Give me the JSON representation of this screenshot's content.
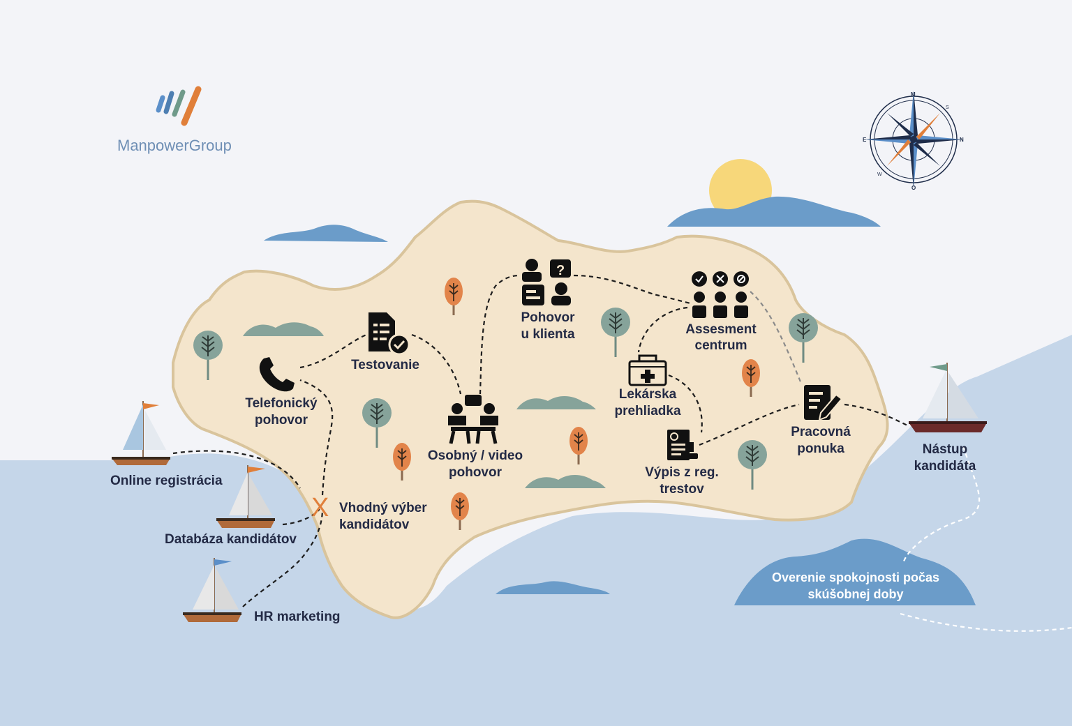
{
  "brand": {
    "name": "ManpowerGroup",
    "colors": [
      "#5b8fc9",
      "#4e7fb2",
      "#6f9a8a",
      "#e07f3a"
    ]
  },
  "colors": {
    "sea": "#c5d6e9",
    "land": "#f4e5cc",
    "coast": "#d9c49c",
    "hill": "#6b9cc9",
    "sun": "#f7d77a",
    "tree_green": "#86a39a",
    "tree_orange": "#e2844a",
    "text": "#232a45"
  },
  "steps": {
    "online_registration": "Online registrácia",
    "candidate_database": "Databáza kandidátov",
    "hr_marketing": "HR marketing",
    "suitable_selection_line1": "Vhodný výber",
    "suitable_selection_line2": "kandidátov",
    "phone_interview_line1": "Telefonický",
    "phone_interview_line2": "pohovor",
    "testing": "Testovanie",
    "personal_interview_line1": "Osobný / video",
    "personal_interview_line2": "pohovor",
    "client_interview_line1": "Pohovor",
    "client_interview_line2": "u klienta",
    "assessment_line1": "Assesment",
    "assessment_line2": "centrum",
    "medical_line1": "Lekárska",
    "medical_line2": "prehliadka",
    "criminal_record_line1": "Výpis z reg.",
    "criminal_record_line2": "trestov",
    "job_offer_line1": "Pracovná",
    "job_offer_line2": "ponuka",
    "onboarding_line1": "Nástup",
    "onboarding_line2": "kandidáta",
    "probation_line1": "Overenie spokojnosti počas",
    "probation_line2": "skúšobnej doby"
  },
  "marker": {
    "selection": "X"
  },
  "compass": {
    "n": "N",
    "s": "S",
    "e": "E",
    "w": "W",
    "m": "M",
    "o": "O"
  }
}
